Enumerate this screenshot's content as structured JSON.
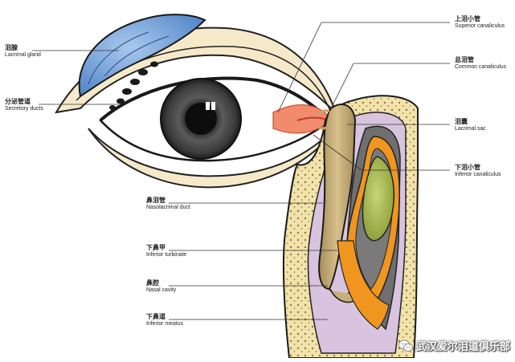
{
  "labels": {
    "lacrimal_gland": {
      "zh": "泪腺",
      "en": "Lacrimal gland"
    },
    "secretory_ducts": {
      "zh": "分泌管道",
      "en": "Secretory ducts"
    },
    "nasolacrimal_duct": {
      "zh": "鼻泪管",
      "en": "Nasolacrimal duct"
    },
    "inferior_turbinate": {
      "zh": "下鼻甲",
      "en": "Inferior turbinate"
    },
    "nasal_cavity": {
      "zh": "鼻腔",
      "en": "Nasal cavity"
    },
    "inferior_meatus": {
      "zh": "下鼻道",
      "en": "Inferior meatus"
    },
    "superior_canaliculus": {
      "zh": "上泪小管",
      "en": "Superior canaliculus"
    },
    "common_canaliculus": {
      "zh": "总泪管",
      "en": "Common canaliculus"
    },
    "lacrimal_sac": {
      "zh": "泪囊",
      "en": "Lacrimal sac"
    },
    "inferior_canaliculus": {
      "zh": "下泪小管",
      "en": "Inferior canaliculus"
    }
  },
  "watermark": {
    "text": "武汉爱尔泪道俱乐部",
    "icon": "wechat-icon"
  },
  "colors": {
    "gland": "#5b8fd0",
    "skin": "#f4e6c4",
    "iris": "#4a4a4a",
    "caruncle": "#f07a5a",
    "sac": "#c9b07a",
    "turbinate": "#a6b84a",
    "mucosa": "#e8902a",
    "bone": "#f0dca0",
    "nasal_wall": "#d9c8e0"
  }
}
